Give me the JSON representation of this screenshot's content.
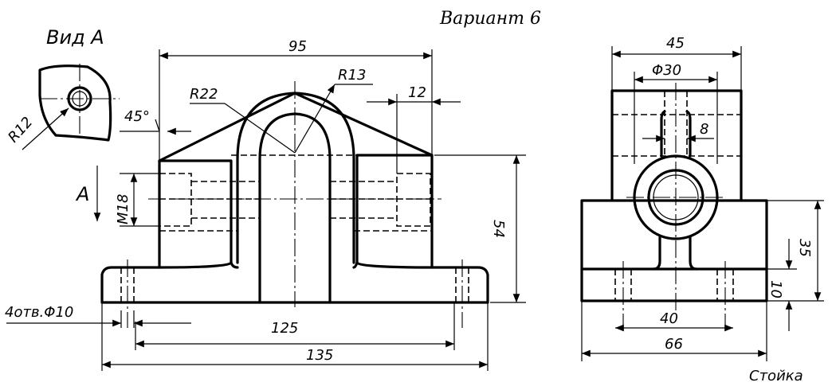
{
  "header": {
    "variant": "Вариант 6"
  },
  "view_a": {
    "label": "Вид А",
    "radius": "R12"
  },
  "arrow_label": "A",
  "front_view": {
    "dim_95": "95",
    "dim_r13": "R13",
    "dim_r22": "R22",
    "dim_12": "12",
    "dim_45deg": "45°",
    "dim_m18": "M18",
    "dim_54": "54",
    "holes": "4отв.Φ10",
    "dim_125": "125",
    "dim_135": "135"
  },
  "side_view": {
    "dim_45": "45",
    "dim_phi30": "Φ30",
    "dim_8": "8",
    "dim_35": "35",
    "dim_10": "10",
    "dim_40": "40",
    "dim_66": "66"
  },
  "footer": {
    "part_name": "Стойка"
  }
}
